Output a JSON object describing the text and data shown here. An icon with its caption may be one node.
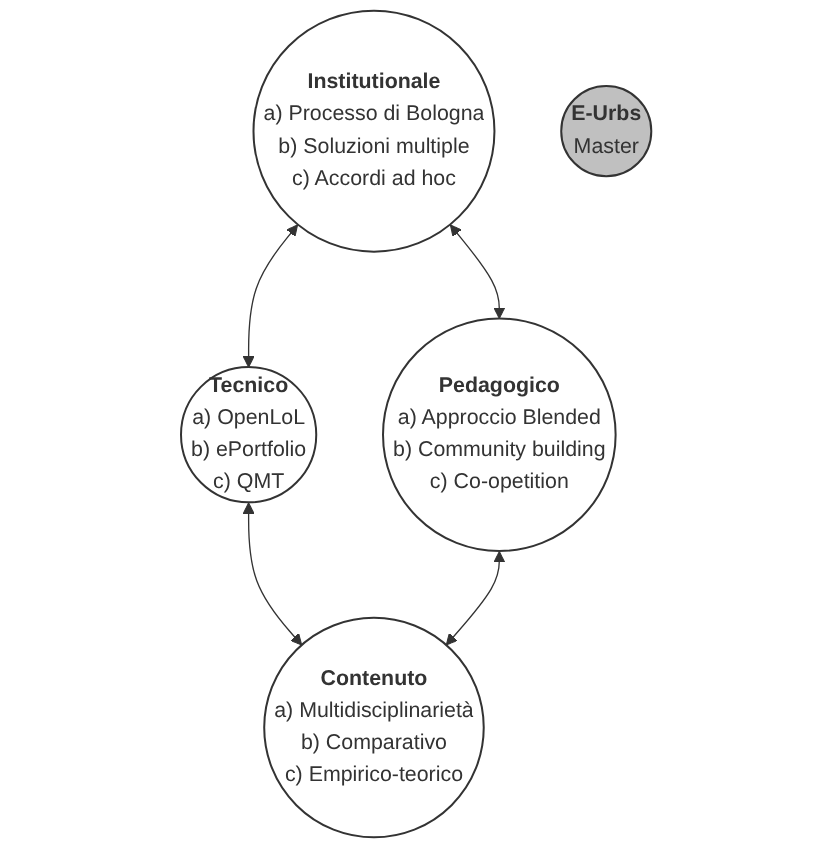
{
  "diagram": {
    "nodes": [
      {
        "text": [
          "Institutionale",
          "a) Processo di Bologna",
          "b) Soluzioni multiple",
          "c) Accordi ad hoc"
        ]
      },
      {
        "text": [
          "Tecnico",
          "a) OpenLoL",
          "b) ePortfolio",
          "c) QMT"
        ]
      },
      {
        "text": [
          "E-Urbs",
          "Master"
        ]
      },
      {
        "text": [
          "Pedagogico",
          "a) Approccio Blended",
          "b) Community building",
          "c) Co-opetition"
        ]
      },
      {
        "text": [
          "Contenuto",
          "a) Multidisciplinarietà",
          "b) Comparativo",
          "c) Empirico-teorico"
        ]
      }
    ],
    "edges": [
      {
        "from": 0,
        "to": 1,
        "arrow": "both"
      },
      {
        "from": 0,
        "to": 3,
        "arrow": "both"
      },
      {
        "from": 1,
        "to": 4,
        "arrow": "both"
      },
      {
        "from": 3,
        "to": 4,
        "arrow": "both"
      }
    ]
  }
}
